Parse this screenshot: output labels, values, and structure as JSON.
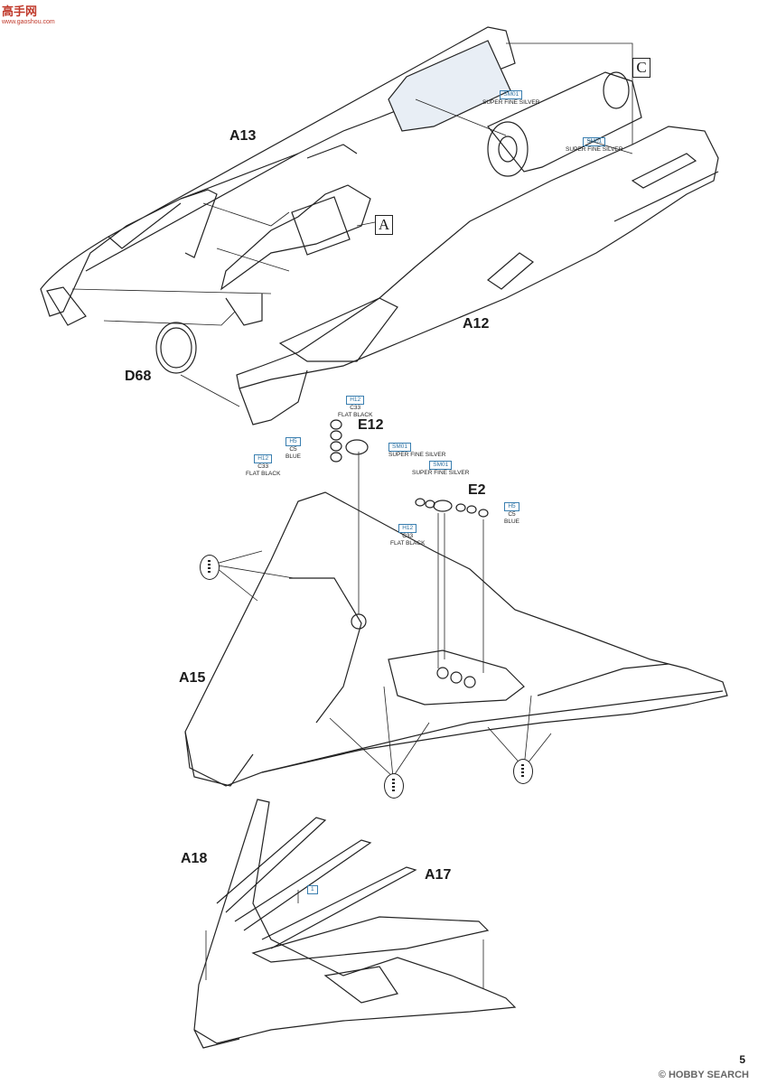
{
  "watermark": {
    "site": "高手网",
    "url": "www.gaoshou.com",
    "search": "© HOBBY SEARCH"
  },
  "page_number": "5",
  "parts": {
    "A13": "A13",
    "A12": "A12",
    "D68": "D68",
    "E12": "E12",
    "E2": "E2",
    "A15": "A15",
    "A18": "A18",
    "A17": "A17"
  },
  "subassemblies": {
    "A": "A",
    "C": "C"
  },
  "paints": {
    "sm01_top_a": {
      "code": "SM01",
      "desc": "SUPER FINE SILVER"
    },
    "sm01_top_b": {
      "code": "SM01",
      "desc": "SUPER FINE SILVER"
    },
    "e12_black": {
      "code": "H12",
      "c": "C33",
      "desc": "FLAT BLACK"
    },
    "e12_blue": {
      "code": "H5",
      "c": "C5",
      "desc": "BLUE"
    },
    "e12_silver": {
      "code": "SM01",
      "desc": "SUPER FINE SILVER"
    },
    "e12_black2": {
      "code": "H12",
      "c": "C33",
      "desc": "FLAT BLACK"
    },
    "e2_silver": {
      "code": "SM01",
      "desc": "SUPER FINE SILVER"
    },
    "e2_blue": {
      "code": "H5",
      "c": "C5",
      "desc": "BLUE"
    },
    "e2_black": {
      "code": "H12",
      "c": "C33",
      "desc": "FLAT BLACK"
    },
    "step_ref": {
      "code": "1"
    }
  },
  "icons": {
    "drill": "drill-hole-icon"
  }
}
